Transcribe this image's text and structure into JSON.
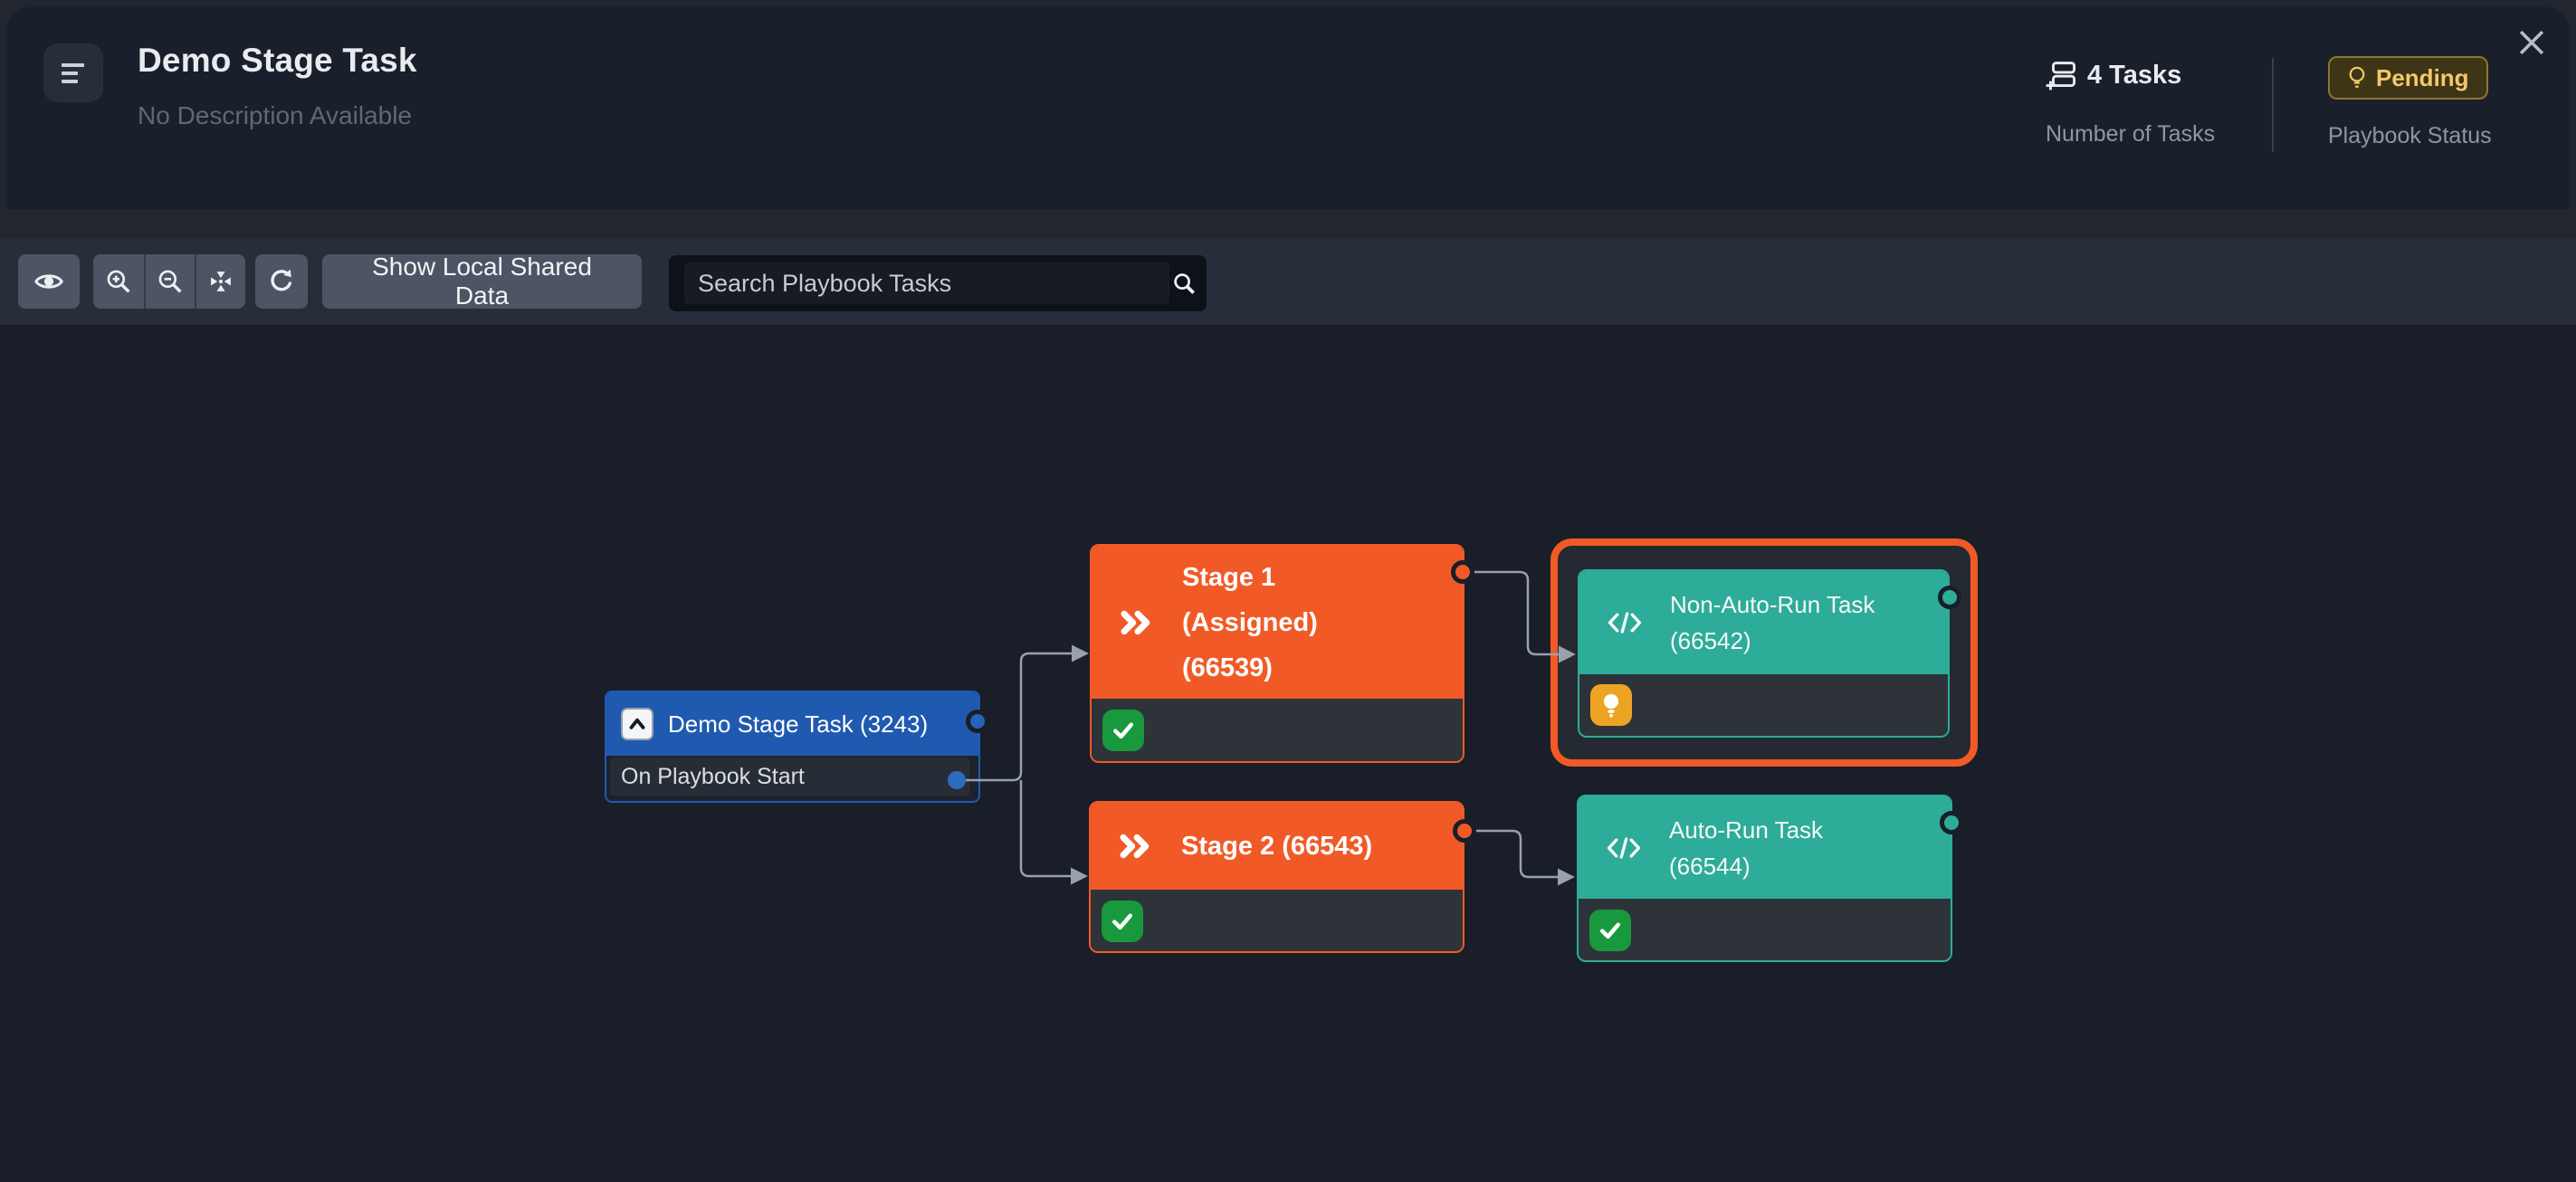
{
  "header": {
    "title": "Demo Stage Task",
    "subtitle": "No Description Available",
    "tasks_count": "4 Tasks",
    "tasks_label": "Number of Tasks",
    "status_badge": "Pending",
    "status_label": "Playbook Status"
  },
  "toolbar": {
    "show_local_label": "Show Local Shared Data",
    "search_placeholder": "Search Playbook Tasks"
  },
  "nodes": {
    "trigger": {
      "title": "Demo Stage Task (3243)",
      "output": "On Playbook Start"
    },
    "stage1": {
      "lines": [
        "Stage 1",
        "(Assigned)",
        "(66539)"
      ]
    },
    "stage2": {
      "title": "Stage 2 (66543)"
    },
    "non_auto_run": {
      "lines": [
        "Non-Auto-Run Task",
        "(66542)"
      ]
    },
    "auto_run": {
      "lines": [
        "Auto-Run Task",
        "(66544)"
      ]
    }
  },
  "icons": {
    "trigger": "playbook-caret-up",
    "stage": "double-chevron",
    "task": "code",
    "success": "check",
    "pending": "lightbulb"
  },
  "colors": {
    "stage_orange": "#f15a26",
    "task_teal": "#2dac99",
    "trigger_blue": "#1f5ab0",
    "success_green": "#18993e",
    "pending_amber": "#eda425",
    "pending_badge_text": "#f3c868",
    "canvas_bg": "#191e28",
    "connector_gray": "#99a1ad"
  }
}
